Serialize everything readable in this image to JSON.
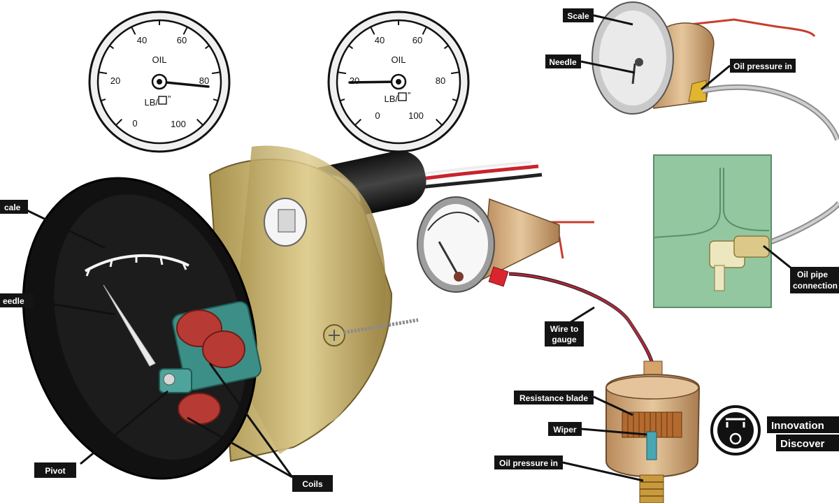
{
  "gauge_left": {
    "title": "OIL",
    "unit_prefix": "LB/",
    "unit_suffix": "”",
    "ticks": [
      "0",
      "20",
      "40",
      "60",
      "80",
      "100"
    ],
    "needle_value": 80
  },
  "gauge_right": {
    "title": "OIL",
    "unit_prefix": "LB/",
    "unit_suffix": "”",
    "ticks": [
      "0",
      "20",
      "40",
      "60",
      "80",
      "100"
    ],
    "needle_value": 20
  },
  "labels": {
    "scale_main": "cale",
    "needle_main": "eedle",
    "pivot": "Pivot",
    "coils": "Coils",
    "scale_top": "Scale",
    "needle_top": "Needle",
    "oil_pressure_in_top": "Oil pressure in",
    "oil_pipe_line1": "Oil pipe",
    "oil_pipe_line2": "connection",
    "wire_line1": "Wire to",
    "wire_line2": "gauge",
    "resistance_blade": "Resistance blade",
    "wiper": "Wiper",
    "oil_pressure_in_bottom": "Oil pressure in"
  },
  "brand": {
    "line1": "Innovation",
    "line2": "Discover"
  },
  "colors": {
    "brass": "#c9b473",
    "label_bg": "#141414",
    "engine_block": "#93c7a0",
    "sender_body": "#d2a979",
    "wire_red": "#b0283a"
  }
}
